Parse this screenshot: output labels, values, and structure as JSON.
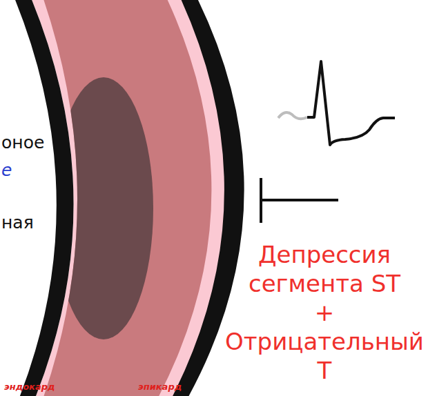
{
  "diagram": {
    "labels": [
      "оное",
      "е",
      "ная",
      "Депрессия сегмента ST",
      "+",
      "Отрицательный Т",
      "эндокард",
      "эпикард"
    ]
  }
}
